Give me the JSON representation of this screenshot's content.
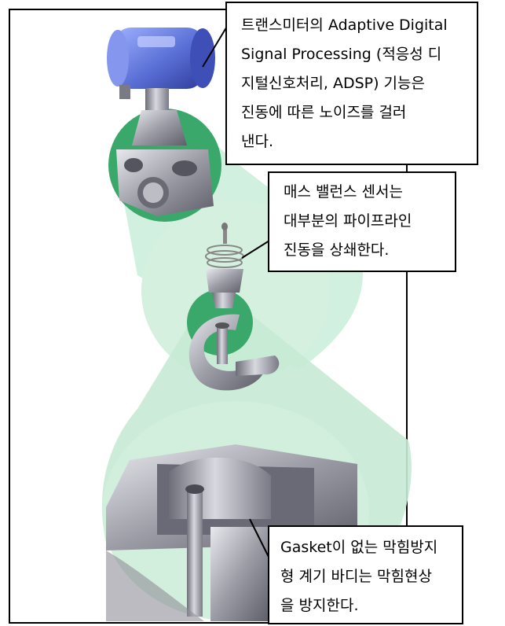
{
  "callouts": {
    "transmitter": {
      "lines": [
        "트랜스미터의 Adaptive Digital",
        "Signal Processing (적응성 디",
        "지털신호처리, ADSP) 기능은",
        "진동에 따른 노이즈를 걸러",
        "낸다."
      ]
    },
    "mass_balance": {
      "lines": [
        "매스 밸런스 센서는",
        "대부분의 파이프라인",
        "진동을 상쇄한다."
      ]
    },
    "gasket": {
      "lines": [
        "Gasket이 없는 막힘방지",
        "형 계기 바디는 막힘현상",
        "을 방지한다."
      ]
    }
  },
  "colors": {
    "zoom_cone": "#bfe6cf",
    "zoom_cone_light": "#dff3e7",
    "highlight_ring": "#3aa86a",
    "transmitter_blue": "#5a6fd6",
    "metal_gray": "#9a9aa0"
  }
}
